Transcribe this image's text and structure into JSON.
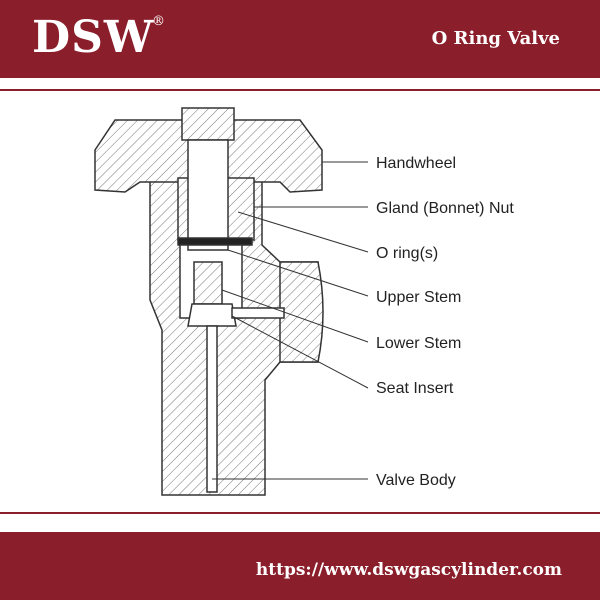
{
  "header": {
    "logo_text": "DSW",
    "registered_mark": "®",
    "title": "O Ring Valve"
  },
  "footer": {
    "url": "https://www.dswgascylinder.com"
  },
  "diagram": {
    "labels": [
      "Handwheel",
      "Gland (Bonnet) Nut",
      "O ring(s)",
      "Upper Stem",
      "Lower Stem",
      "Seat Insert",
      "Valve Body"
    ]
  },
  "colors": {
    "brand": "#8b1e2b",
    "line": "#333333"
  }
}
